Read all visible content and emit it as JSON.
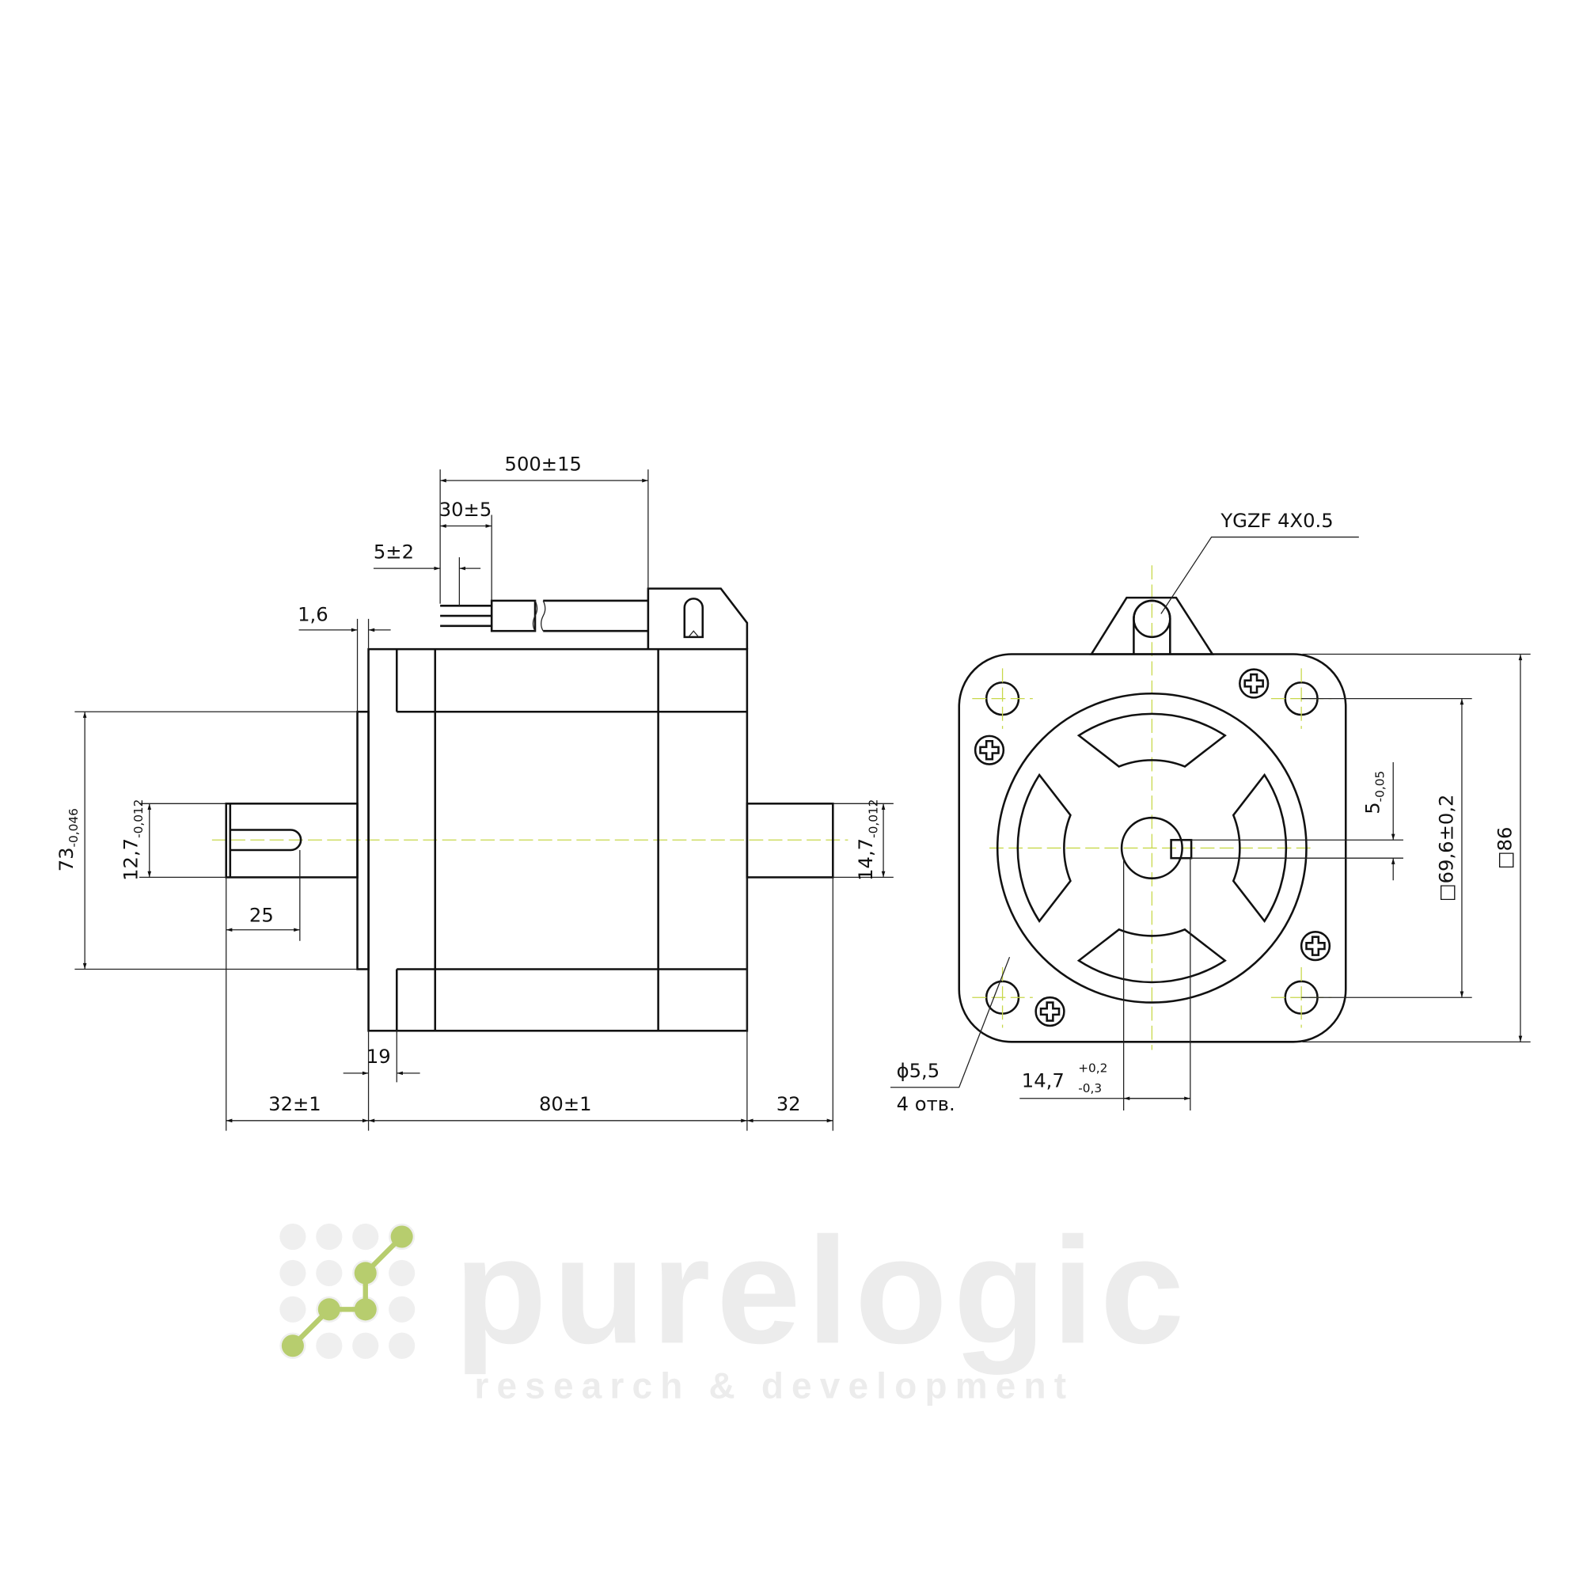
{
  "watermark": {
    "brand": "purelogic",
    "tagline": "research & development",
    "accent_color": "#b7cd6e"
  },
  "side_view": {
    "cable_length": "500±15",
    "sleeve_length": "30±5",
    "wire_strip": "5±2",
    "flange_thickness": "1,6",
    "pilot_diameter": {
      "base": "73",
      "tol": "-0,046"
    },
    "shaft_diameter_front": {
      "base": "12,7",
      "tol": "-0,012"
    },
    "key_length": "25",
    "shaft_diameter_rear": {
      "base": "14,7",
      "tol": "-0,012"
    },
    "flange_offset": "19",
    "shaft_length_front": "32±1",
    "body_length": "80±1",
    "shaft_length_rear": "32"
  },
  "front_view": {
    "connector_label": "YGZF 4X0.5",
    "key_width": {
      "base": "5",
      "tol": "-0,05"
    },
    "hole_spacing": "69,6±0,2",
    "body_size": "86",
    "hole_diameter": "ϕ5,5",
    "hole_count": "4 отв.",
    "key_offset": {
      "base": "14,7",
      "tol_upper": "+0,2",
      "tol_lower": "-0,3"
    }
  }
}
